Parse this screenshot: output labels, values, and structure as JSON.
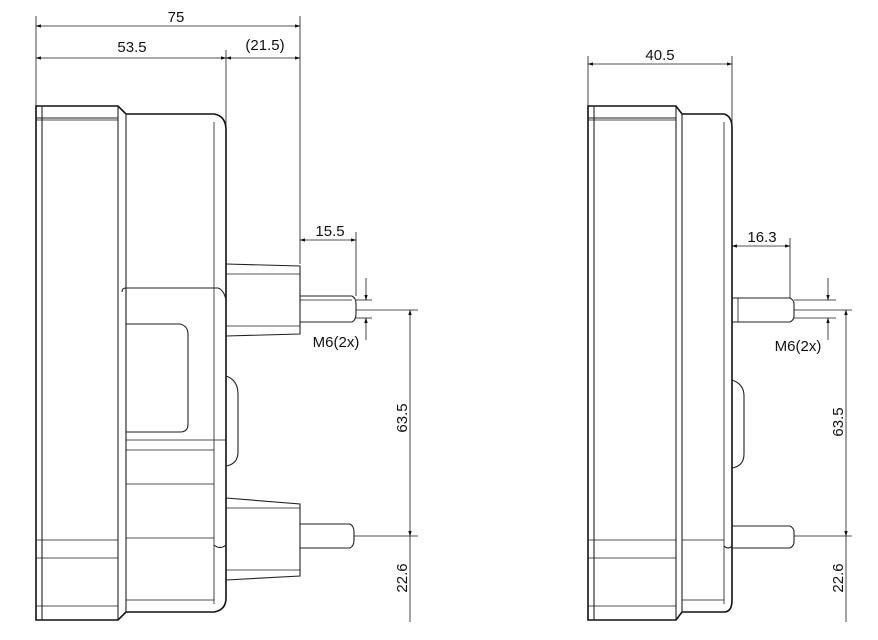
{
  "side_view": {
    "overall_width": "75",
    "body_width": "53.5",
    "stud_projection": "(21.5)",
    "stud_length": "15.5",
    "thread": "M6(2x)",
    "hole_spacing": "63.5",
    "bottom_offset": "22.6"
  },
  "front_view": {
    "width": "40.5",
    "stud_length": "16.3",
    "thread": "M6(2x)",
    "hole_spacing": "63.5",
    "bottom_offset": "22.6"
  }
}
